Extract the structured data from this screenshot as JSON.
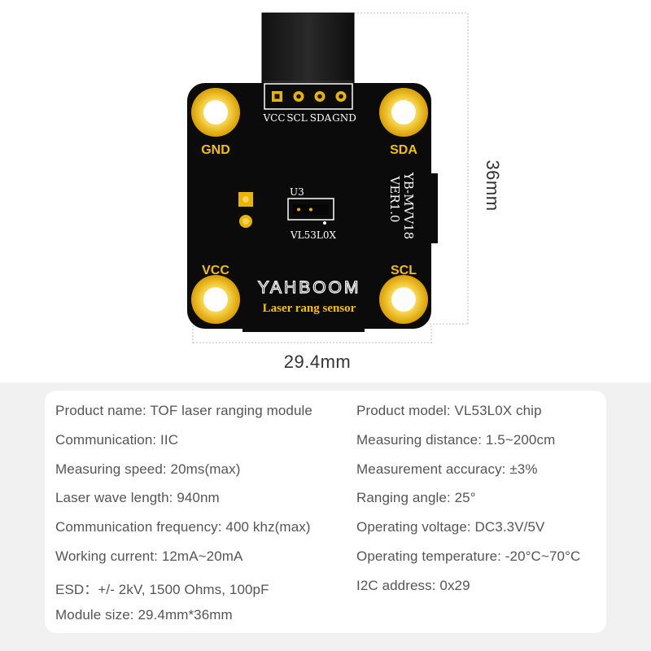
{
  "board": {
    "corner_labels": {
      "top_left": "GND",
      "top_right": "SDA",
      "bottom_left": "VCC",
      "bottom_right": "SCL"
    },
    "header_pins": [
      "VCC",
      "SCL",
      "SDA",
      "GND"
    ],
    "chip_ref": "U3",
    "chip_name": "VL53L0X",
    "model": "YB-MVV18",
    "version": "VER1.0",
    "brand": "YAHBOOM",
    "subtitle": "Laser rang sensor",
    "colors": {
      "pcb": "#0b0b0b",
      "gold": "#e8b400",
      "label_yellow": "#f2c200"
    }
  },
  "dimensions": {
    "width": "29.4mm",
    "height": "36mm"
  },
  "specs": {
    "left": [
      "Product name: TOF laser ranging module",
      "Communication: IIC",
      "Measuring speed: 20ms(max)",
      "Laser wave length: 940nm",
      "Communication frequency: 400 khz(max)",
      "Working current: 12mA~20mA",
      "ESD：+/- 2kV, 1500 Ohms, 100pF",
      "Module size: 29.4mm*36mm"
    ],
    "right": [
      "Product model: VL53L0X chip",
      "Measuring distance: 1.5~200cm",
      "Measurement accuracy: ±3%",
      "Ranging angle: 25°",
      "Operating voltage: DC3.3V/5V",
      "Operating temperature: -20°C~70°C",
      "I2C address: 0x29"
    ]
  }
}
